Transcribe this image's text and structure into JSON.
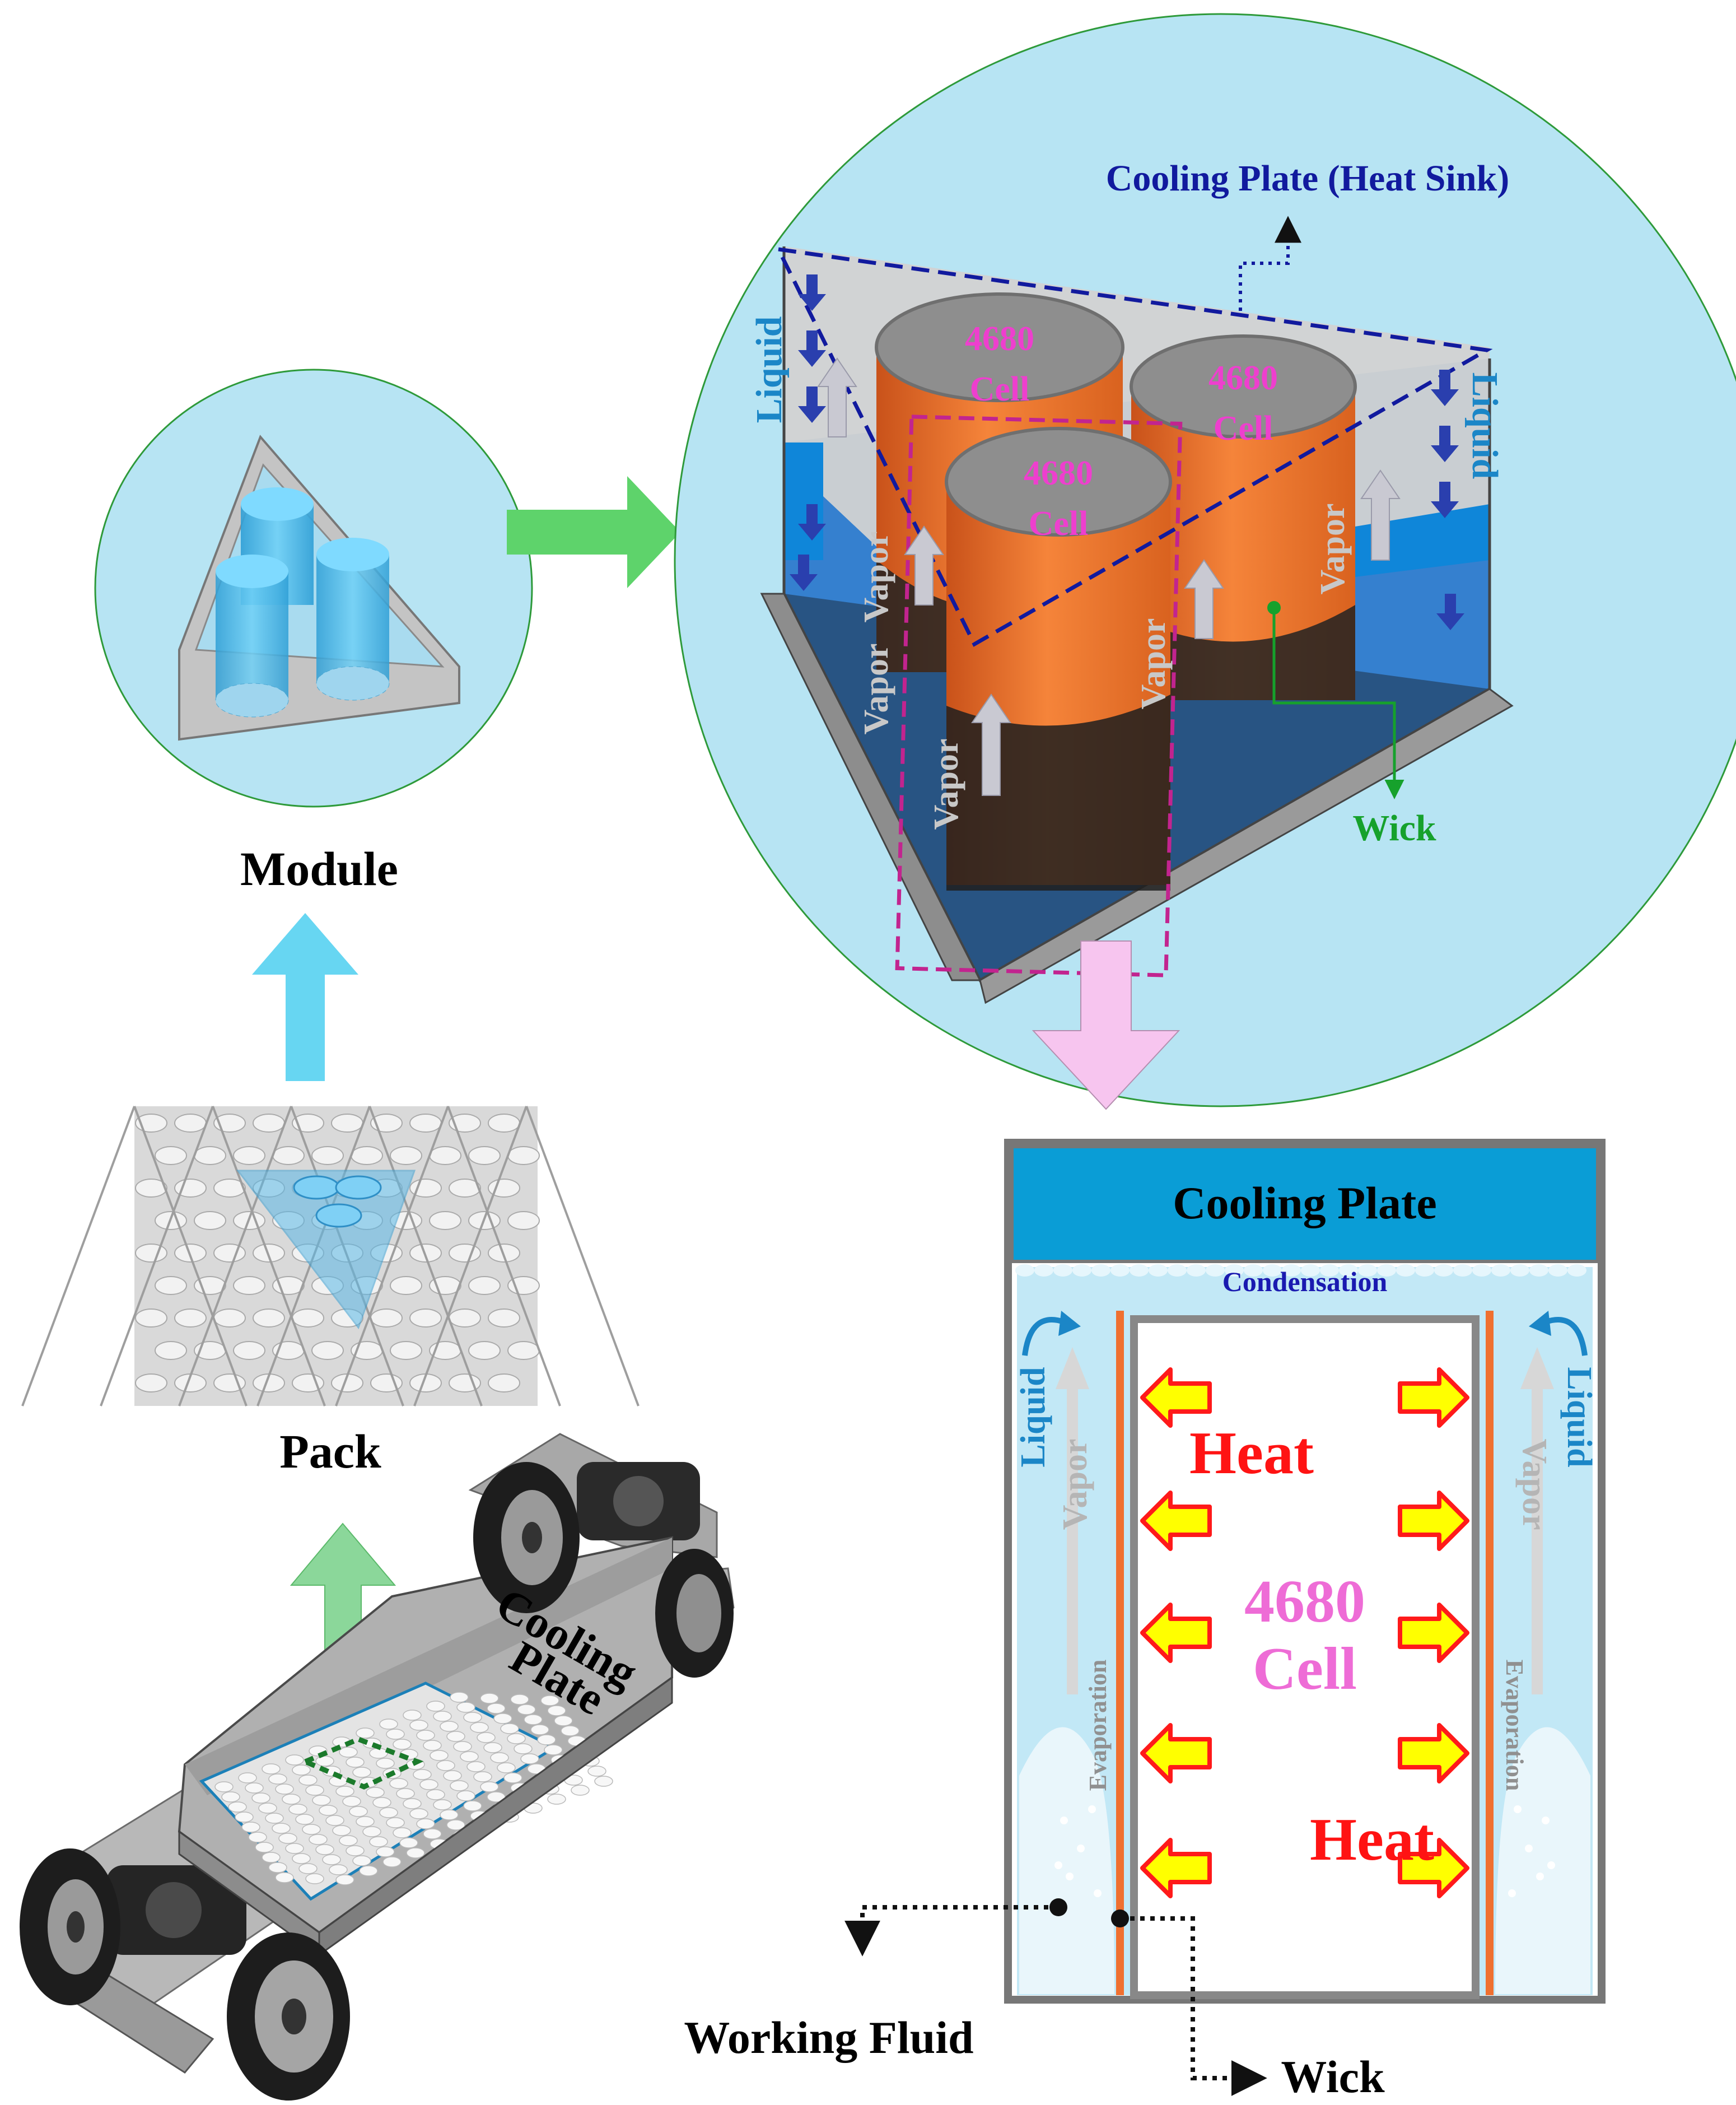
{
  "labels": {
    "module": "Module",
    "pack": "Pack",
    "chassis_plate_line1": "Cooling",
    "chassis_plate_line2": "Plate",
    "cooling_plate_heat_sink": "Cooling Plate (Heat Sink)",
    "liquid": "Liquid",
    "vapor": "Vapor",
    "cell_number": "4680",
    "cell_word": "Cell",
    "wick": "Wick",
    "cooling_plate": "Cooling Plate",
    "condensation": "Condensation",
    "heat": "Heat",
    "evaporation": "Evaporation",
    "working_fluid": "Working Fluid"
  },
  "colors": {
    "zoom_circle": "#b7e4f3",
    "circle_outline": "#2e9a3a",
    "arrow_green": "#5ed36b",
    "arrow_cyan": "#67d6f2",
    "arrow_pink": "#f7c5ef",
    "cooling_plate_fill": "#0a9dd6",
    "cell_label": "#ee3fce",
    "heat_label": "#ff1313",
    "liquid_label": "#1b86c7",
    "condensation_label": "#1a1ab0",
    "heat_sink_label": "#111a9e",
    "wick_label": "#16a12c",
    "vapor_label": "#c8c8c8",
    "cell_orange": "#ef7a2e",
    "wick_wall_orange": "#ef7030"
  }
}
